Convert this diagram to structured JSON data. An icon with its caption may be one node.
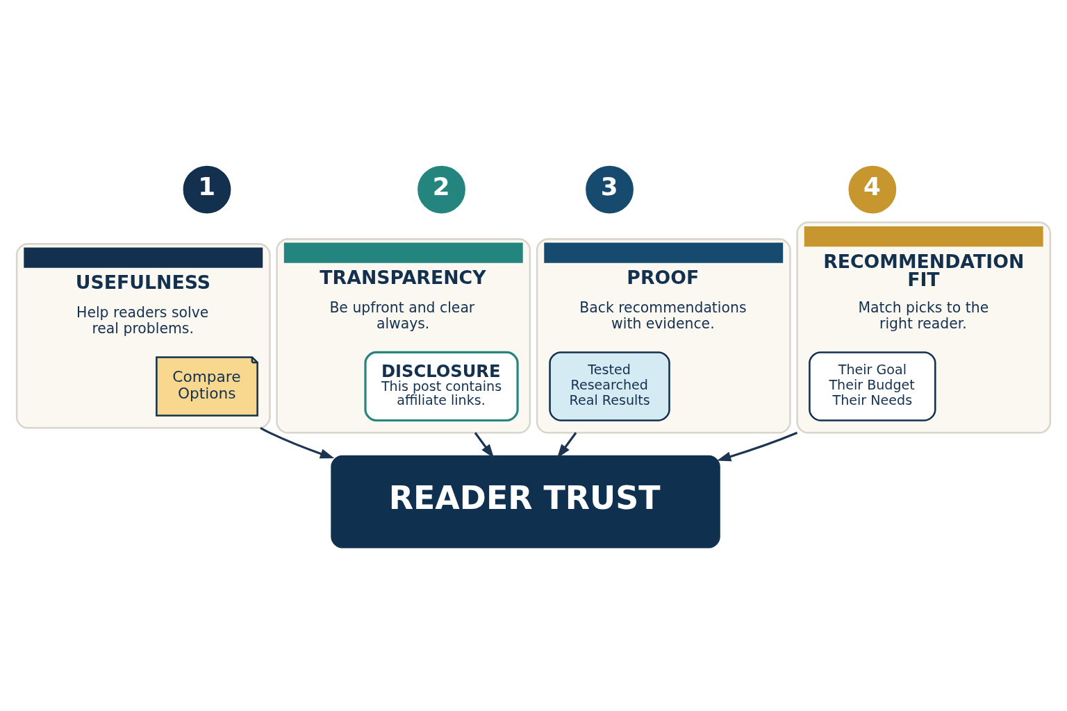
{
  "diagram": {
    "nodes": [
      {
        "text": [
          "1"
        ]
      },
      {
        "text": [
          "USEFULNESS",
          "Help readers solve real problems."
        ]
      },
      {
        "text": [
          "Compare Options"
        ],
        "in": 1
      },
      {
        "text": [
          "2"
        ]
      },
      {
        "text": [
          "TRANSPARENCY",
          "Be upfront and clear always."
        ]
      },
      {
        "text": [
          "DISCLOSURE",
          "This post contains affiliate links."
        ],
        "in": 4
      },
      {
        "text": [
          "3"
        ]
      },
      {
        "text": [
          "PROOF",
          "Back recommendations with evidence."
        ]
      },
      {
        "text": [
          "Tested",
          "Researched",
          "Real Results"
        ],
        "in": 7
      },
      {
        "text": [
          "4"
        ]
      },
      {
        "text": [
          "RECOMMENDATION FIT",
          "Match picks to the right reader."
        ]
      },
      {
        "text": [
          "Their Goal",
          "Their Budget",
          "Their Needs"
        ],
        "in": 10
      },
      {
        "text": [
          "READER TRUST"
        ]
      }
    ],
    "edges": [
      {
        "from": 1,
        "to": 12,
        "arrow": "to"
      },
      {
        "from": 4,
        "to": 12,
        "arrow": "to"
      },
      {
        "from": 7,
        "to": 12,
        "arrow": "to"
      },
      {
        "from": 10,
        "to": 12,
        "arrow": "to"
      }
    ]
  }
}
